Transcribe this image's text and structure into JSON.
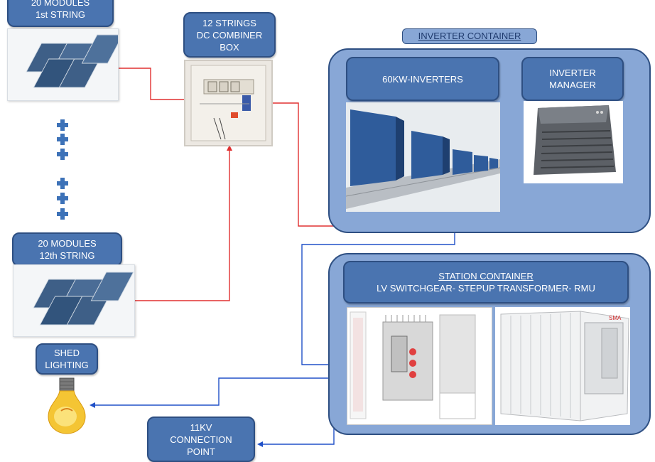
{
  "labels": {
    "string1": [
      "20 MODULES",
      "1st STRING"
    ],
    "string12": [
      "20 MODULES",
      "12th STRING"
    ],
    "combiner": [
      "12 STRINGS",
      "DC COMBINER",
      "BOX"
    ],
    "inverters": "60KW-INVERTERS",
    "inverter_manager": [
      "INVERTER",
      "MANAGER"
    ],
    "shed_lighting": [
      "SHED",
      "LIGHTING"
    ],
    "connection_point": [
      "11KV",
      "CONNECTION",
      "POINT"
    ]
  },
  "containers": {
    "inverter_title": "INVERTER CONTAINER",
    "station_title": "STATION CONTAINER",
    "station_subtitle": "LV SWITCHGEAR- STEPUP TRANSFORMER- RMU"
  },
  "colors": {
    "label_fill": "#4a74b0",
    "container_fill": "#88a7d6",
    "dc_wire": "#e03030",
    "ac_wire": "#2050c8"
  },
  "icons": [
    "solar-panel",
    "combiner-box",
    "inverter",
    "inverter-manager",
    "switchgear",
    "container",
    "light-bulb",
    "plus"
  ]
}
